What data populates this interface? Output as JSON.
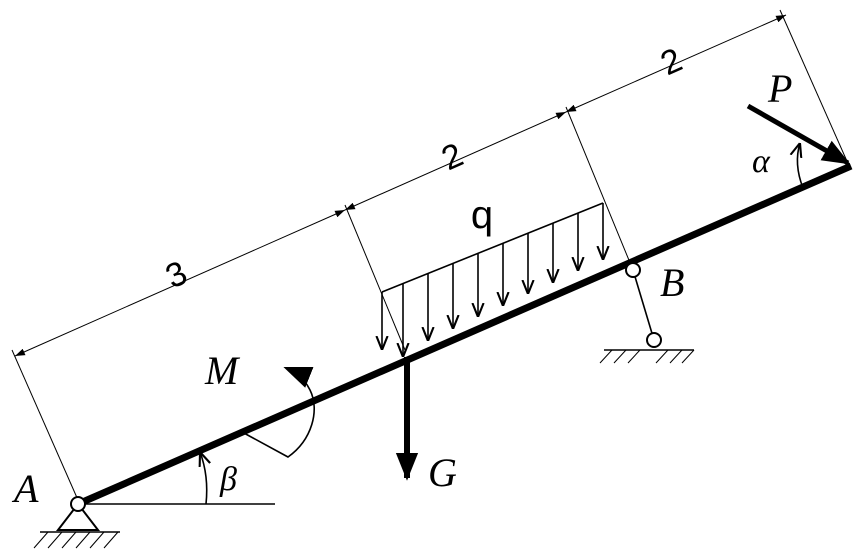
{
  "labels": {
    "support_a": "A",
    "support_b": "B",
    "force_p": "P",
    "moment_m": "M",
    "weight_g": "G",
    "load_q": "q",
    "angle_alpha": "α",
    "angle_beta": "β"
  },
  "dimensions": [
    "3",
    "2",
    "2"
  ],
  "colors": {
    "stroke": "#000000",
    "background": "#ffffff"
  }
}
